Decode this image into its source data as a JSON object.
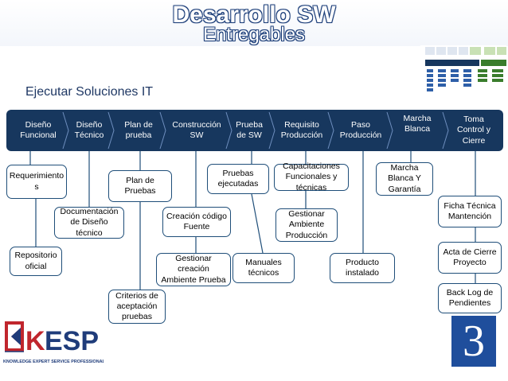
{
  "header": {
    "title": "Desarrollo SW",
    "subtitle": "Entregables"
  },
  "section_title": "Ejecutar Soluciones IT",
  "process_steps": [
    "Diseño Funcional",
    "Diseño Técnico",
    "Plan de prueba",
    "Construcción SW",
    "Prueba de SW",
    "Requisito Producción",
    "Paso Producción",
    "Marcha Blanca",
    "Toma Control y Cierre"
  ],
  "deliverables": {
    "requerimientos": "Requerimiento s",
    "repositorio": "Repositorio oficial",
    "documentacion": "Documentación de Diseño técnico",
    "plan_pruebas": "Plan de Pruebas",
    "criterios": "Criterios de aceptación pruebas",
    "creacion_codigo": "Creación código Fuente",
    "gestionar_creacion": "Gestionar creación Ambiente Prueba",
    "pruebas_ejecutadas": "Pruebas ejecutadas",
    "manuales": "Manuales técnicos",
    "capacitaciones": "Capacitaciones Funcionales y técnicas",
    "gestionar_ambiente": "Gestionar Ambiente Producción",
    "producto_instalado": "Producto instalado",
    "marcha_garantia": "Marcha Blanca Y Garantía",
    "ficha_tecnica": "Ficha Técnica Mantención",
    "acta_cierre": "Acta de Cierre Proyecto",
    "backlog": "Back Log de Pendientes"
  },
  "logo": {
    "name": "KESP",
    "tagline": "KNOWLEDGE EXPERT SERVICE PROFESSIONAL"
  },
  "slide_number": "3",
  "colors": {
    "bar": "#17375e",
    "box_border": "#1f4e79",
    "title": "#1f4e9c",
    "logo_red": "#c0262d"
  }
}
